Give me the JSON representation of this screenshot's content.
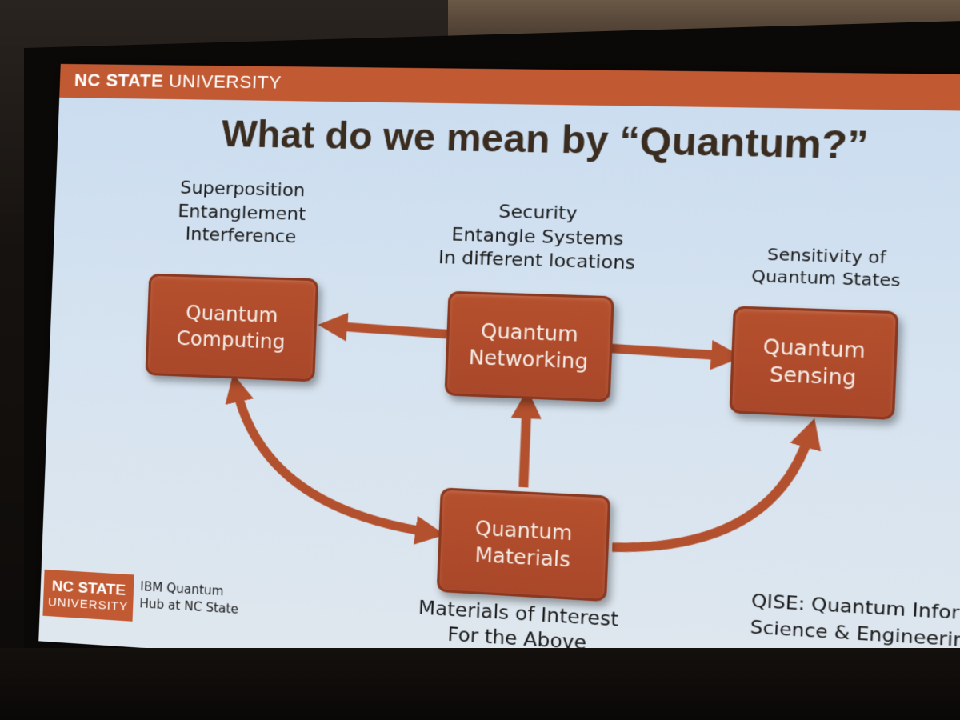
{
  "slide": {
    "header": {
      "brand_bold": "NC STATE",
      "brand_rest": "UNIVERSITY"
    },
    "title": "What do we mean by “Quantum?”",
    "notes": {
      "computing": [
        "Superposition",
        "Entanglement",
        "Interference"
      ],
      "networking": [
        "Security",
        "Entangle Systems",
        "In different locations"
      ],
      "sensing": [
        "Sensitivity of",
        "Quantum States"
      ],
      "materials": [
        "Materials of Interest",
        "For the Above"
      ]
    },
    "boxes": {
      "computing": [
        "Quantum",
        "Computing"
      ],
      "networking": [
        "Quantum",
        "Networking"
      ],
      "sensing": [
        "Quantum",
        "Sensing"
      ],
      "materials": [
        "Quantum",
        "Materials"
      ]
    },
    "footer_logo": {
      "line1": "NC STATE",
      "line2": "UNIVERSITY"
    },
    "hub": [
      "IBM Quantum",
      "Hub at NC State"
    ],
    "qise": [
      "QISE: Quantum Information",
      "Science & Engineering"
    ]
  },
  "colors": {
    "accent": "#c15a33",
    "box": "#b5502d",
    "arrow": "#b3502e",
    "title": "#3b2c20",
    "slide_bg": "#d2e1ef"
  }
}
